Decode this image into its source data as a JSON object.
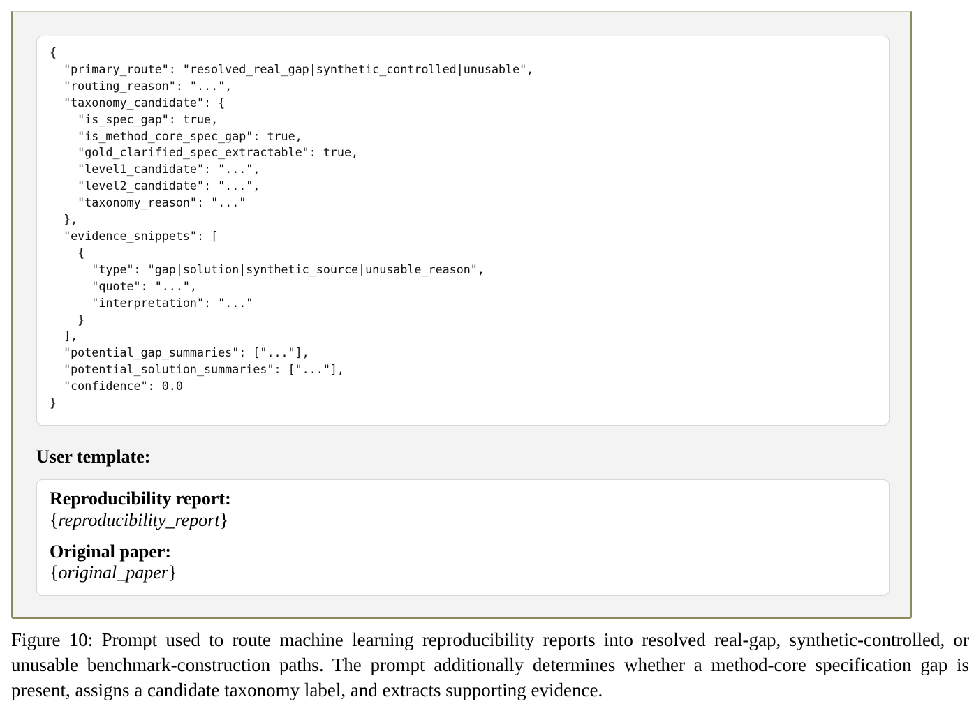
{
  "code_lines": [
    "{",
    "  \"primary_route\": \"resolved_real_gap|synthetic_controlled|unusable\",",
    "  \"routing_reason\": \"...\",",
    "  \"taxonomy_candidate\": {",
    "    \"is_spec_gap\": true,",
    "    \"is_method_core_spec_gap\": true,",
    "    \"gold_clarified_spec_extractable\": true,",
    "    \"level1_candidate\": \"...\",",
    "    \"level2_candidate\": \"...\",",
    "    \"taxonomy_reason\": \"...\"",
    "  },",
    "  \"evidence_snippets\": [",
    "    {",
    "      \"type\": \"gap|solution|synthetic_source|unusable_reason\",",
    "      \"quote\": \"...\",",
    "      \"interpretation\": \"...\"",
    "    }",
    "  ],",
    "  \"potential_gap_summaries\": [\"...\"],",
    "  \"potential_solution_summaries\": [\"...\"],",
    "  \"confidence\": 0.0",
    "}"
  ],
  "user_template": {
    "heading": "User template:",
    "report_label": "Reproducibility report:",
    "report_open": "{",
    "report_var": "reproducibility_report",
    "report_close": "}",
    "paper_label": "Original paper:",
    "paper_open": "{",
    "paper_var": "original_paper",
    "paper_close": "}"
  },
  "caption": "Figure 10:  Prompt used to route machine learning reproducibility reports into resolved real-gap, synthetic-controlled, or unusable benchmark-construction paths. The prompt additionally determines whether a method-core specification gap is present, assigns a candidate taxonomy label, and extracts supporting evidence."
}
